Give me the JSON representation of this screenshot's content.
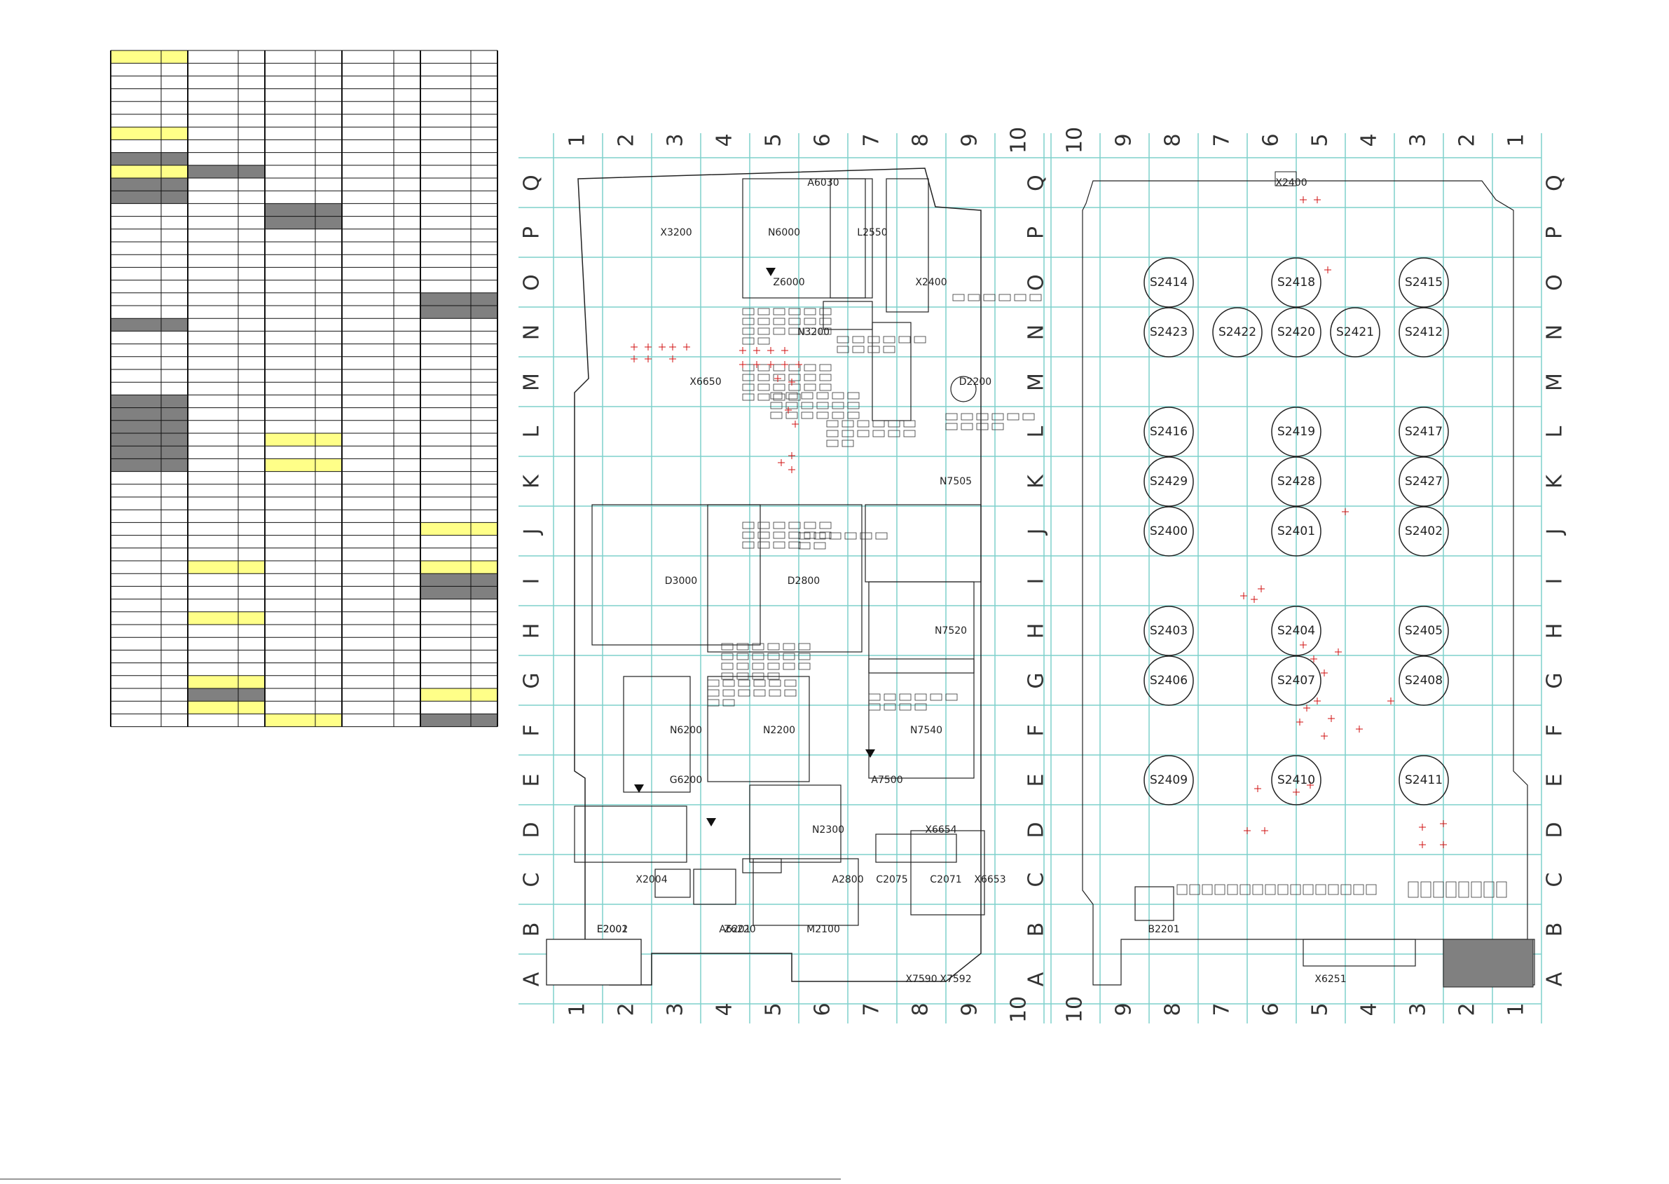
{
  "colors": {
    "grid": "#7fd0cc",
    "red_marks": "#d01010",
    "highlight_yellow": "#ffff88",
    "highlight_gray": "#808080",
    "outline": "#222222"
  },
  "rows": [
    "Q",
    "P",
    "O",
    "N",
    "M",
    "L",
    "K",
    "J",
    "I",
    "H",
    "G",
    "F",
    "E",
    "D",
    "C",
    "B",
    "A"
  ],
  "columns_left": [
    "1",
    "2",
    "3",
    "4",
    "5",
    "6",
    "7",
    "8",
    "9",
    "10"
  ],
  "columns_right": [
    "10",
    "9",
    "8",
    "7",
    "6",
    "5",
    "4",
    "3",
    "2",
    "1"
  ],
  "left_board": {
    "components": [
      {
        "label": "X3200",
        "col": 3.0,
        "row": "P"
      },
      {
        "label": "A6030",
        "col": 6.0,
        "row": "Q"
      },
      {
        "label": "N6000",
        "col": 5.2,
        "row": "P"
      },
      {
        "label": "Z6000",
        "col": 5.3,
        "row": "O"
      },
      {
        "label": "L2550",
        "col": 7.0,
        "row": "P"
      },
      {
        "label": "X2400",
        "col": 8.2,
        "row": "O"
      },
      {
        "label": "N3200",
        "col": 5.8,
        "row": "N"
      },
      {
        "label": "X6650",
        "col": 3.6,
        "row": "M"
      },
      {
        "label": "D2200",
        "col": 9.1,
        "row": "M"
      },
      {
        "label": "N7505",
        "col": 8.7,
        "row": "K"
      },
      {
        "label": "D3000",
        "col": 3.1,
        "row": "I"
      },
      {
        "label": "D2800",
        "col": 5.6,
        "row": "I"
      },
      {
        "label": "N7520",
        "col": 8.6,
        "row": "H"
      },
      {
        "label": "N6200",
        "col": 3.2,
        "row": "F"
      },
      {
        "label": "N2200",
        "col": 5.1,
        "row": "F"
      },
      {
        "label": "N7540",
        "col": 8.1,
        "row": "F"
      },
      {
        "label": "A7500",
        "col": 7.3,
        "row": "E"
      },
      {
        "label": "G6200",
        "col": 3.2,
        "row": "E"
      },
      {
        "label": "N2300",
        "col": 6.1,
        "row": "D"
      },
      {
        "label": "X6654",
        "col": 8.4,
        "row": "D"
      },
      {
        "label": "X2004",
        "col": 2.5,
        "row": "C"
      },
      {
        "label": "A2800",
        "col": 6.5,
        "row": "C"
      },
      {
        "label": "X6653",
        "col": 9.4,
        "row": "C"
      },
      {
        "label": "M2100",
        "col": 6.0,
        "row": "B"
      },
      {
        "label": "Z6220",
        "col": 4.3,
        "row": "B"
      },
      {
        "label": "A6201",
        "col": 4.2,
        "row": "B"
      },
      {
        "label": "X7590",
        "col": 8.0,
        "row": "A"
      },
      {
        "label": "X7592",
        "col": 8.7,
        "row": "A"
      },
      {
        "label": "E2002",
        "col": 1.7,
        "row": "B"
      },
      {
        "label": "E2001",
        "col": 1.7,
        "row": "B"
      },
      {
        "label": "C2075",
        "col": 7.4,
        "row": "C"
      },
      {
        "label": "C2071",
        "col": 8.5,
        "row": "C"
      }
    ]
  },
  "right_board": {
    "switches": [
      {
        "label": "S2414",
        "col": 8.1,
        "row": "O"
      },
      {
        "label": "S2418",
        "col": 5.5,
        "row": "O"
      },
      {
        "label": "S2415",
        "col": 2.9,
        "row": "O"
      },
      {
        "label": "S2423",
        "col": 8.1,
        "row": "N"
      },
      {
        "label": "S2422",
        "col": 6.7,
        "row": "N"
      },
      {
        "label": "S2420",
        "col": 5.5,
        "row": "N"
      },
      {
        "label": "S2421",
        "col": 4.3,
        "row": "N"
      },
      {
        "label": "S2412",
        "col": 2.9,
        "row": "N"
      },
      {
        "label": "S2416",
        "col": 8.1,
        "row": "L"
      },
      {
        "label": "S2419",
        "col": 5.5,
        "row": "L"
      },
      {
        "label": "S2417",
        "col": 2.9,
        "row": "L"
      },
      {
        "label": "S2429",
        "col": 8.1,
        "row": "K"
      },
      {
        "label": "S2428",
        "col": 5.5,
        "row": "K"
      },
      {
        "label": "S2427",
        "col": 2.9,
        "row": "K"
      },
      {
        "label": "S2400",
        "col": 8.1,
        "row": "J"
      },
      {
        "label": "S2401",
        "col": 5.5,
        "row": "J"
      },
      {
        "label": "S2402",
        "col": 2.9,
        "row": "J"
      },
      {
        "label": "S2403",
        "col": 8.1,
        "row": "H"
      },
      {
        "label": "S2404",
        "col": 5.5,
        "row": "H"
      },
      {
        "label": "S2405",
        "col": 2.9,
        "row": "H"
      },
      {
        "label": "S2406",
        "col": 8.1,
        "row": "G"
      },
      {
        "label": "S2407",
        "col": 5.5,
        "row": "G"
      },
      {
        "label": "S2408",
        "col": 2.9,
        "row": "G"
      },
      {
        "label": "S2409",
        "col": 8.1,
        "row": "E"
      },
      {
        "label": "S2410",
        "col": 5.5,
        "row": "E"
      },
      {
        "label": "S2411",
        "col": 2.9,
        "row": "E"
      }
    ],
    "components": [
      {
        "label": "B2201",
        "col": 8.2,
        "row": "B"
      },
      {
        "label": "X6251",
        "col": 4.8,
        "row": "A"
      },
      {
        "label": "X2400",
        "col": 5.6,
        "row": "Q"
      }
    ]
  }
}
